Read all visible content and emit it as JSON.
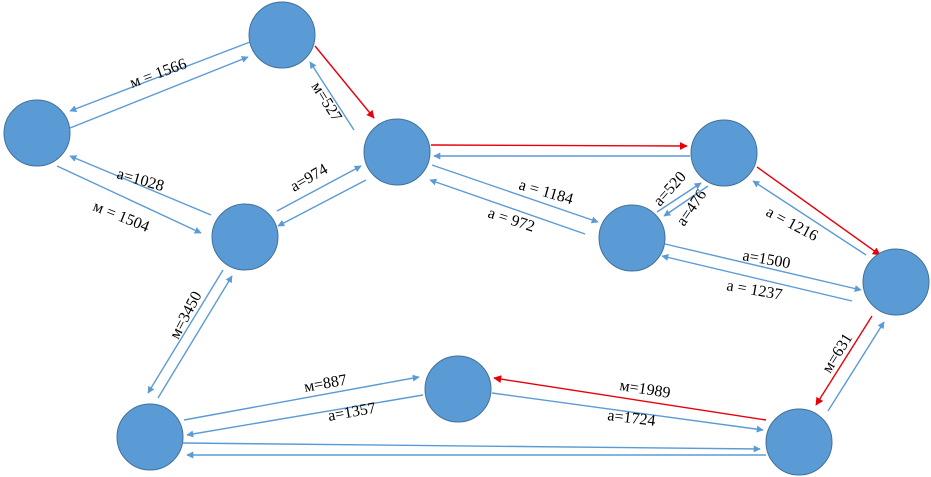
{
  "colors": {
    "node_fill": "#5b9bd5",
    "node_stroke": "#41719c",
    "edge_blue": "#5b9bd5",
    "edge_red": "#e8000b",
    "label_text": "#000000"
  },
  "nodes": [
    {
      "id": "top"
    },
    {
      "id": "left"
    },
    {
      "id": "center"
    },
    {
      "id": "mid-left"
    },
    {
      "id": "upper-right"
    },
    {
      "id": "right-mid"
    },
    {
      "id": "far-right"
    },
    {
      "id": "bottom-left"
    },
    {
      "id": "bottom-center"
    },
    {
      "id": "bottom-right"
    }
  ],
  "labels": {
    "e1": "м = 1566",
    "e2": "м=527",
    "e3": "a=1028",
    "e4": "м = 1504",
    "e5": "a=974",
    "e6": "a = 1184",
    "e7": "a = 972",
    "e8": "a=520",
    "e9": "a=476",
    "e10": "a = 1216",
    "e11": "a=1500",
    "e12": "a = 1237",
    "e13": "м=3450",
    "e14": "м=631",
    "e15": "м=887",
    "e16": "a=1357",
    "e17": "м=1989",
    "e18": "a=1724"
  }
}
